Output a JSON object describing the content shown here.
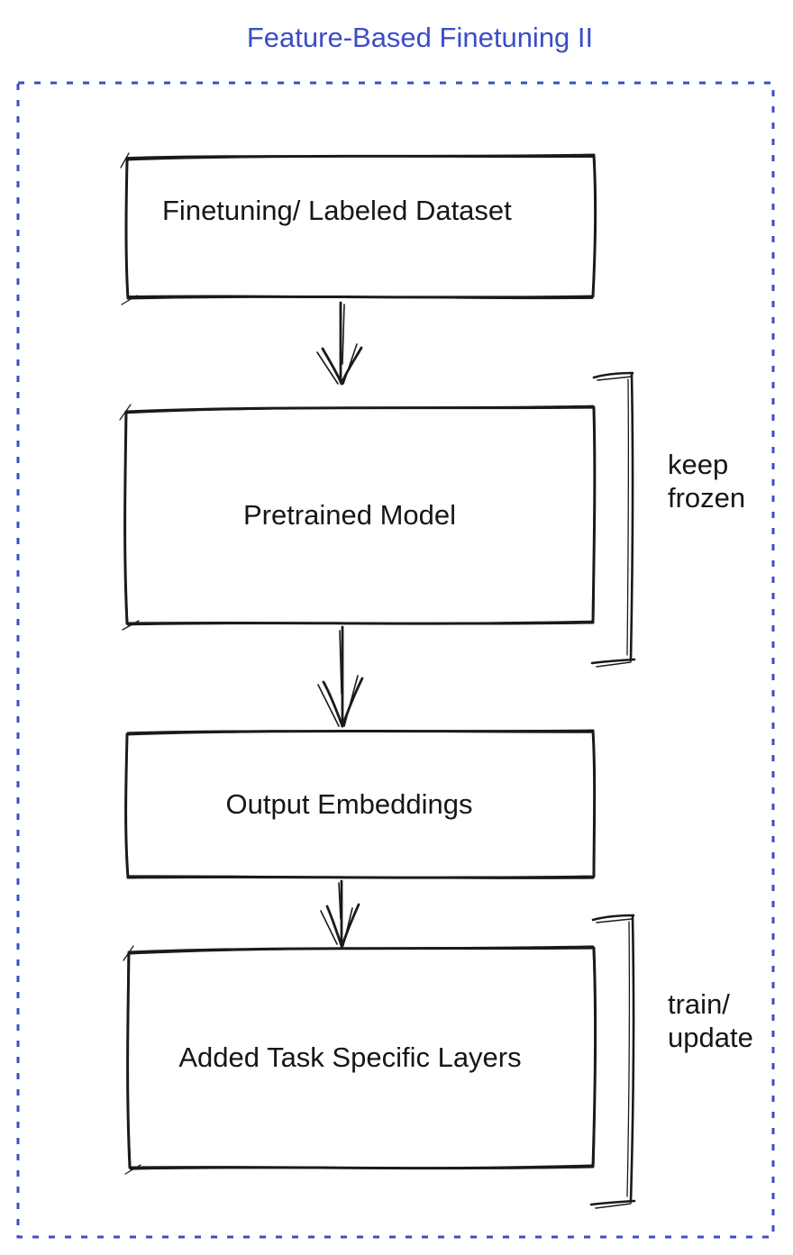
{
  "title": "Feature-Based Finetuning II",
  "colors": {
    "title_blue": "#3B4DC7",
    "border_blue": "#3B4DC7",
    "box_gray": "#888F97",
    "box_blue": "#4C6FF0",
    "box_green": "#3EBE5B",
    "sketch_stroke": "#1A1A1A",
    "text": "#161616"
  },
  "nodes": [
    {
      "id": "finetuning-dataset",
      "label": "Finetuning/ Labeled Dataset",
      "fill_key": "box_gray"
    },
    {
      "id": "pretrained-model",
      "label": "Pretrained Model",
      "fill_key": "box_blue"
    },
    {
      "id": "output-embeddings",
      "label": "Output Embeddings",
      "fill_key": "box_gray"
    },
    {
      "id": "task-specific-layers",
      "label": "Added Task Specific Layers",
      "fill_key": "box_green"
    }
  ],
  "annotations": [
    {
      "id": "keep-frozen",
      "lines": [
        "keep",
        "frozen"
      ]
    },
    {
      "id": "train-update",
      "lines": [
        "train/",
        "update"
      ]
    }
  ]
}
